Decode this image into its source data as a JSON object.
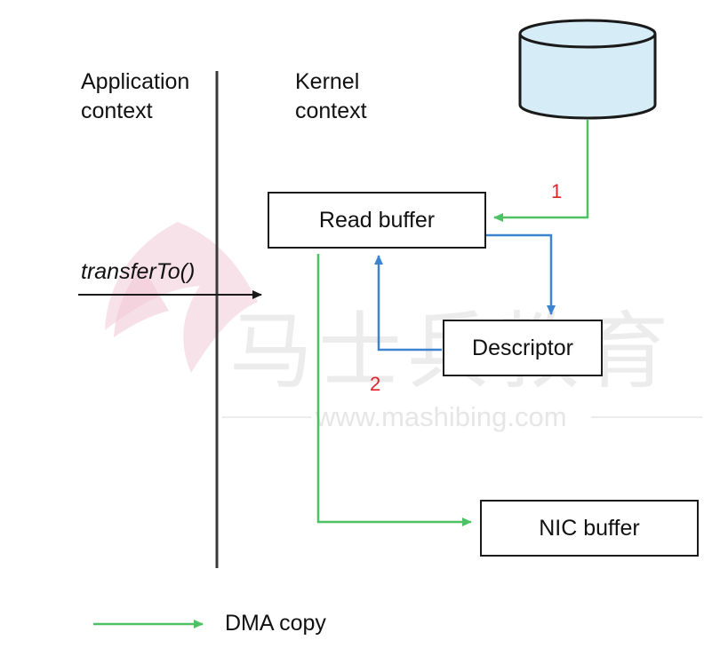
{
  "labels": {
    "application_context": [
      "Application",
      "context"
    ],
    "kernel_context": [
      "Kernel",
      "context"
    ],
    "transfer_call": "transferTo()"
  },
  "nodes": {
    "read_buffer": "Read buffer",
    "descriptor": "Descriptor",
    "nic_buffer": "NIC buffer"
  },
  "steps": {
    "step1": "1",
    "step2": "2"
  },
  "legend": {
    "dma_copy": "DMA copy"
  },
  "watermark": {
    "text": "马士兵教育",
    "url": "www.mashibing.com"
  },
  "colors": {
    "dma_arrow": "#4cc265",
    "pointer_arrow": "#3c84d0",
    "step_number": "#e0242b",
    "disk_fill": "#d6ecf6",
    "line": "#1a1a1a"
  }
}
